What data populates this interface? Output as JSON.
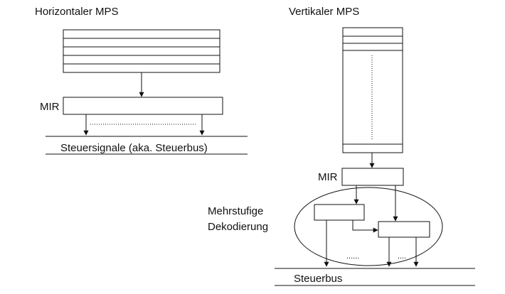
{
  "horizontal": {
    "title": "Horizontaler MPS",
    "mir_label": "MIR",
    "bus_label": "Steuersignale (aka. Steuerbus)"
  },
  "vertical": {
    "title": "Vertikaler MPS",
    "mir_label": "MIR",
    "decode_label_line1": "Mehrstufige",
    "decode_label_line2": "Dekodierung",
    "bus_label": "Steuerbus",
    "dots_left": "......",
    "dots_right": "...."
  },
  "colors": {
    "line": "#111111",
    "background": "#ffffff"
  }
}
